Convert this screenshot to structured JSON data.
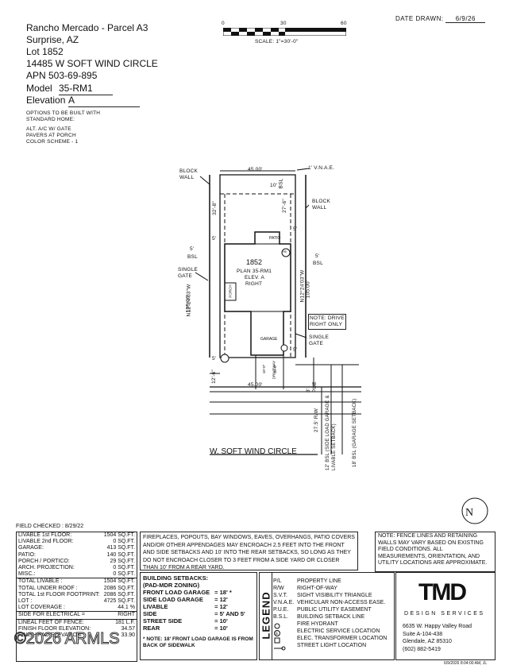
{
  "header": {
    "community": "Rancho Mercado - Parcel A3",
    "city": "Surprise, AZ",
    "lot": "Lot 1852",
    "address": "14485 W SOFT WIND CIRCLE",
    "apn": "APN 503-69-895",
    "model_label": "Model",
    "model_value": "35-RM1",
    "elevation_label": "Elevation",
    "elevation_value": "A",
    "options_title": "OPTIONS TO BE BUILT WITH STANDARD HOME:",
    "options": [
      "ALT. A/C W/ GATE",
      "PAVERS AT PORCH",
      "COLOR SCHEME - 1"
    ]
  },
  "scale_bar": {
    "ticks": [
      "0",
      "30",
      "60"
    ],
    "label": "SCALE: 1\"=30'-0\""
  },
  "date_drawn": {
    "label": "DATE DRAWN:",
    "value": "6/9/26"
  },
  "plot": {
    "labels": {
      "block_wall_left": "BLOCK WALL",
      "top_width": "45.00'",
      "vnae": "1' V.N.A.E.",
      "bsl_top": "10'",
      "bsl_top_tag": "BSL",
      "dim_left_top": "32'-8\"",
      "dim_right_top": "27'-6\"",
      "block_wall_right": "BLOCK WALL",
      "five_left": "5'",
      "five_right": "5'",
      "patio": "PATIO",
      "bsl_left_dim": "5'",
      "bsl_left_tag": "BSL",
      "bsl_right_dim": "5'",
      "bsl_right_tag": "BSL",
      "lot_no": "1852",
      "plan": "PLAN 35-RM1",
      "elev": "ELEV. A",
      "hand": "RIGHT",
      "single_gate_left": "SINGLE GATE",
      "bearing_left": "N12°24'03\"W",
      "len_left": "105.00'",
      "bearing_right": "N12°24'03\"W",
      "len_right": "105.00'",
      "porch": "PORCH",
      "note_drive": "NOTE: DRIVE RIGHT ONLY",
      "garage": "GARAGE",
      "single_gate_right": "SINGLE GATE",
      "five_right_low": "5'",
      "five_left_low": "5'",
      "driveway": "DRIVEWAY",
      "drive_w": "18'-0\"",
      "drive_d": "16'-6\"",
      "dim_bottom_left": "12'-6\"",
      "bottom_width": "45.00'",
      "pue": "8' PUE",
      "rw": "27.5' R/W",
      "side_bsl": "12' BSL (SIDE LOAD GARAGE & LIVABLE SETBACK)",
      "garage_bsl": "18' BSL (GARAGE SETBACK)",
      "street": "W. SOFT WIND CIRCLE",
      "hb": "HB"
    }
  },
  "field_checked": "FIELD CHECKED :  8/29/22",
  "areas": [
    {
      "label": "LIVABLE 1st FLOOR:",
      "value": "1504 SQ.FT."
    },
    {
      "label": "LIVABLE 2nd FLOOR:",
      "value": "0 SQ.FT."
    },
    {
      "label": "GARAGE:",
      "value": "413 SQ.FT."
    },
    {
      "label": "PATIO:",
      "value": "140 SQ.FT."
    },
    {
      "label": "PORCH / PORTICO:",
      "value": "29 SQ.FT."
    },
    {
      "label": "ARCH. PROJECTION:",
      "value": "0 SQ.FT."
    },
    {
      "label": "MISC.:",
      "value": "0 SQ.FT."
    }
  ],
  "totals": [
    {
      "label": "TOTAL LIVABLE :",
      "value": "1504 SQ.FT."
    },
    {
      "label": "TOTAL UNDER ROOF :",
      "value": "2086 SQ.FT."
    },
    {
      "label": "TOTAL 1st FLOOR FOOTPRINT:",
      "value": "2086 SQ.FT."
    },
    {
      "label": "LOT :",
      "value": "4725 SQ.FT."
    },
    {
      "label": "LOT COVERAGE :",
      "value": "44.1 %"
    }
  ],
  "electrical": {
    "label": "SIDE FOR ELECTRICAL =",
    "value": "RIGHT"
  },
  "elevations": [
    {
      "label": "LINEAL FEET OF FENCE:",
      "value": "181 L.F."
    },
    {
      "label": "FINISH FLOOR ELEVATION:",
      "value": "34.57"
    },
    {
      "label": "FINISH PAD ELEVATION:",
      "value": "33.90"
    }
  ],
  "fireplace_note": "FIREPLACES, POPOUTS, BAY WINDOWS, EAVES, OVERHANGS, PATIO COVERS AND/OR OTHER APPENDAGES MAY ENCROACH 2.5 FEET INTO THE FRONT AND SIDE SETBACKS AND 10' INTO THE REAR SETBACKS, SO LONG AS THEY DO NOT ENCROACH CLOSER TO 3 FEET FROM A SIDE YARD OR CLOSER THAN 10' FROM A REAR YARD.",
  "setbacks": {
    "title": "BUILDING SETBACKS:",
    "zoning": "(PAD-MDR ZONING)",
    "rows": [
      {
        "label": "FRONT LOAD GARAGE",
        "value": "= 18' *"
      },
      {
        "label": "SIDE LOAD GARAGE",
        "value": "= 12'"
      },
      {
        "label": "LIVABLE",
        "value": "= 12'"
      },
      {
        "label": "SIDE",
        "value": "= 5' AND 5'"
      },
      {
        "label": "STREET SIDE",
        "value": "= 10'"
      },
      {
        "label": "REAR",
        "value": "= 10'"
      }
    ],
    "footnote": "* NOTE: 18' FRONT LOAD GARAGE IS FROM BACK OF SIDEWALK"
  },
  "legend": {
    "title": "LEGEND",
    "items": [
      {
        "abbr": "P/L",
        "desc": "PROPERTY LINE"
      },
      {
        "abbr": "R/W",
        "desc": "RIGHT-OF-WAY"
      },
      {
        "abbr": "S.V.T.",
        "desc": "SIGHT VISIBILITY TRIANGLE"
      },
      {
        "abbr": "V.N.A.E.",
        "desc": "VEHICULAR NON-ACCESS EASE."
      },
      {
        "abbr": "P.U.E.",
        "desc": "PUBLIC UTILITY EASEMENT"
      },
      {
        "abbr": "B.S.L.",
        "desc": "BUILDING SETBACK LINE"
      },
      {
        "abbr": "",
        "desc": "FIRE HYDRANT"
      },
      {
        "abbr": "",
        "desc": "ELECTRIC SERVICE LOCATION"
      },
      {
        "abbr": "",
        "desc": "ELEC. TRANSFORMER LOCATION"
      },
      {
        "abbr": "",
        "desc": "STREET LIGHT LOCATION"
      }
    ]
  },
  "fence_note": "NOTE: FENCE LINES AND RETAINING WALLS MAY VARY BASED ON EXISTING FIELD CONDITIONS.  ALL MEASUREMENTS, ORIENTATION, AND UTILITY LOCATIONS ARE APPROXIMATE.",
  "company": {
    "logo": "TMD",
    "subtitle": "DESIGN SERVICES",
    "address1": "6635 W. Happy Valley Road",
    "address2": "Suite A-104-438",
    "address3": "Glendale, AZ 85310",
    "phone": "(602) 882-5419"
  },
  "watermark": "©2026 ARMLS",
  "stamp": "6/9/2026 8:04:00 AM, JL"
}
